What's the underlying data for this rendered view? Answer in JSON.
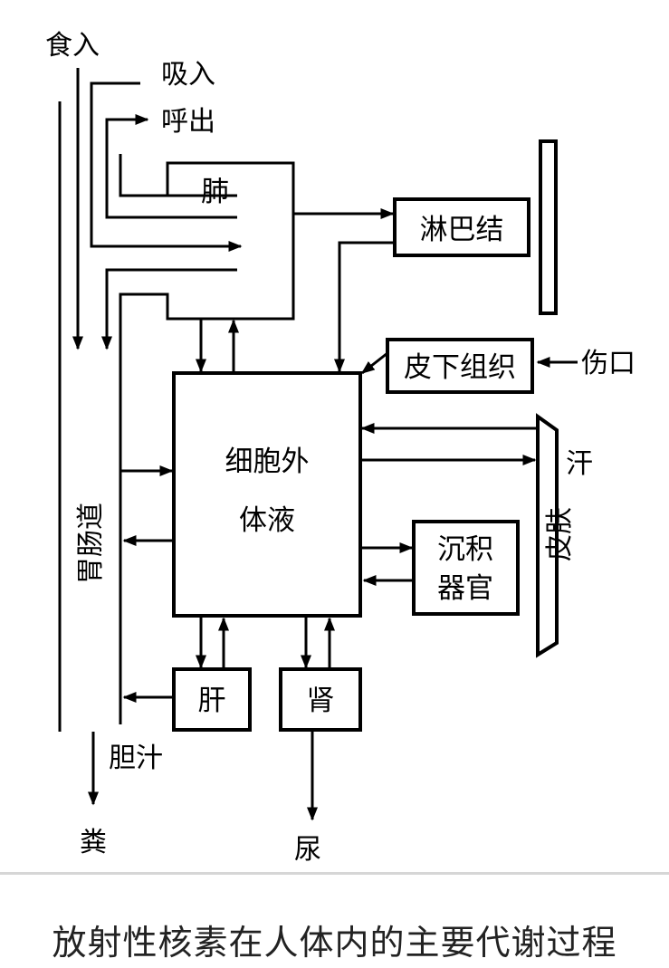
{
  "diagram": {
    "inputs": {
      "ingestion": "食入",
      "inhale": "吸入",
      "exhale": "呼出"
    },
    "organs": {
      "lung": "肺",
      "lymph_node": "淋巴结",
      "subcutaneous": "皮下组织",
      "ecf_line1": "细胞外",
      "ecf_line2": "体液",
      "deposition_line1": "沉积",
      "deposition_line2": "器官",
      "liver": "肝",
      "kidney": "肾"
    },
    "routes": {
      "wound": "伤口",
      "sweat": "汗",
      "gi_tract": "胃肠道",
      "skin": "皮肤",
      "bile": "胆汁",
      "feces": "粪",
      "urine": "尿"
    }
  },
  "caption": "放射性核素在人体内的主要代谢过程"
}
